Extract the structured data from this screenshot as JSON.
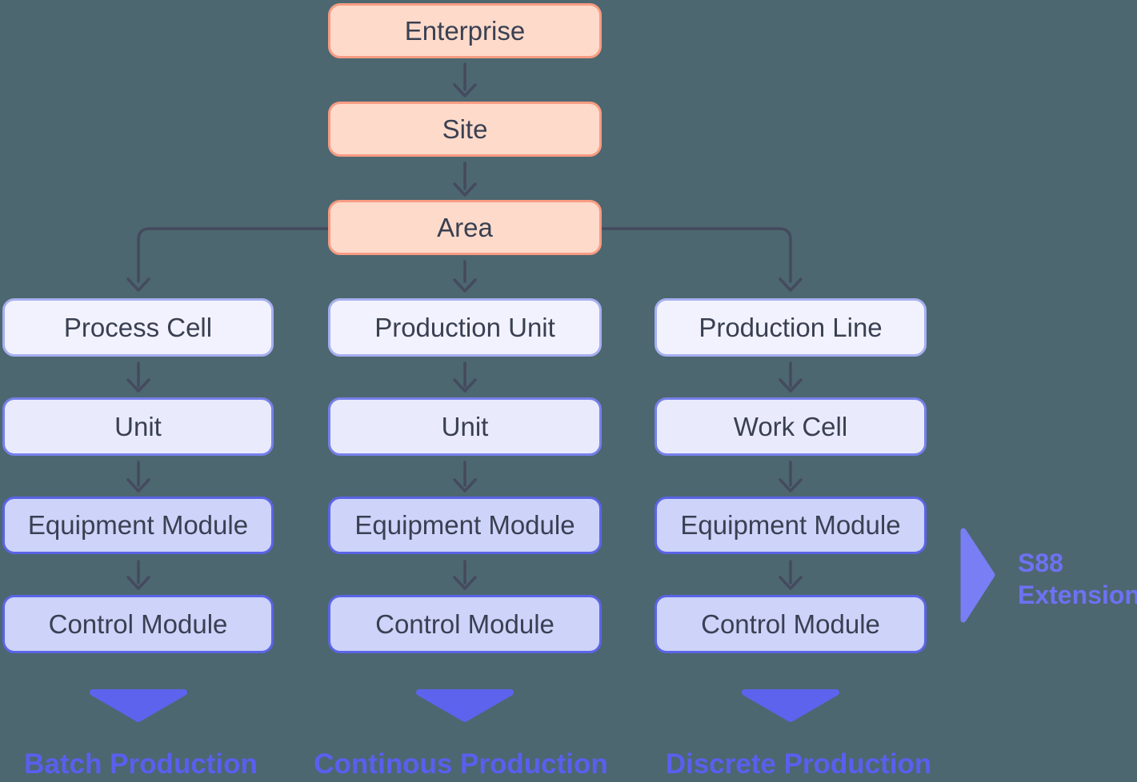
{
  "palette": {
    "background": "#4C6770",
    "root_fill": "#FDDACA",
    "root_border": "#F89B82",
    "tier1_fill": "#F1F2FD",
    "tier1_border": "#A6AFF0",
    "tier2_fill": "#E9EBFC",
    "tier2_border": "#7680EA",
    "tier3_fill": "#CDD3F9",
    "tier3_border": "#5B64E6",
    "connector": "#454A5E",
    "footer_marker": "#5E63EE",
    "footer_text": "#5A5FEF",
    "annotation_marker": "#797EF4",
    "annotation_text": "#6D72F3",
    "node_text": "#3A4052"
  },
  "root_chain": {
    "enterprise": "Enterprise",
    "site": "Site",
    "area": "Area"
  },
  "columns": {
    "batch": {
      "level1": "Process Cell",
      "level2": "Unit",
      "level3": "Equipment Module",
      "level4": "Control Module",
      "footer": "Batch Production"
    },
    "continuous": {
      "level1": "Production Unit",
      "level2": "Unit",
      "level3": "Equipment Module",
      "level4": "Control Module",
      "footer": "Continous Production"
    },
    "discrete": {
      "level1": "Production Line",
      "level2": "Work Cell",
      "level3": "Equipment Module",
      "level4": "Control Module",
      "footer": "Discrete Production"
    }
  },
  "annotation": {
    "line1": "S88",
    "line2": "Extension"
  }
}
